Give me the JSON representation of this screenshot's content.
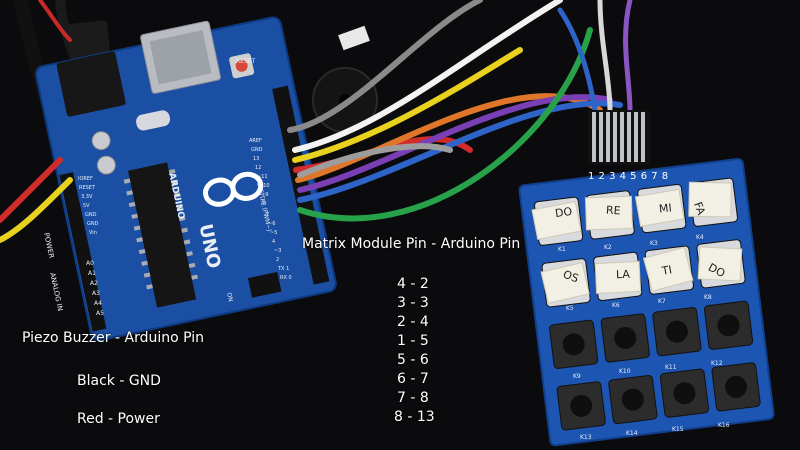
{
  "captions": {
    "matrix_title": "Matrix Module Pin - Arduino Pin",
    "piezo_title": "Piezo Buzzer - Arduino Pin",
    "piezo_pins": [
      "Black - GND",
      "Red - Power"
    ],
    "matrix_pins": [
      "4 - 2",
      "3 - 3",
      "2 - 4",
      "1 - 5",
      "5 - 6",
      "6 - 7",
      "7 - 8",
      "8 - 13"
    ]
  },
  "keypad": {
    "pin_numbers": "1 2 3 4 5 6 7 8",
    "note_labels": [
      "DO",
      "RE",
      "MI",
      "FA",
      "OS",
      "LA",
      "TI",
      "DO"
    ],
    "key_labels": [
      "K1",
      "K2",
      "K3",
      "K4",
      "K5",
      "K6",
      "K7",
      "K8",
      "K9",
      "K10",
      "K11",
      "K12",
      "K13",
      "K14",
      "K15",
      "K16"
    ]
  },
  "board": {
    "logo": "UNO",
    "brand": "ARDUINO",
    "power_header": "POWER",
    "analog_header": "ANALOG IN",
    "digital_header": "DIGITAL (PWM~)",
    "power_pins": [
      "IOREF",
      "RESET",
      "3.3V",
      "5V",
      "GND",
      "GND",
      "Vin"
    ],
    "analog_pins": [
      "A0",
      "A1",
      "A2",
      "A3",
      "A4",
      "A5"
    ],
    "digital_pins": [
      "AREF",
      "GND",
      "13",
      "12",
      "~11",
      "~10",
      "~9",
      "8",
      "7",
      "~6",
      "~5",
      "4",
      "~3",
      "2",
      "TX 1",
      "RX 0"
    ],
    "reset_label": "RESET",
    "on_label": "ON"
  },
  "colors": {
    "background": "#0b0b0d",
    "board": "#1b4fa3",
    "keypad": "#1d55b3",
    "note_paper": "#f2efe4",
    "caption_text": "#ffffff"
  }
}
